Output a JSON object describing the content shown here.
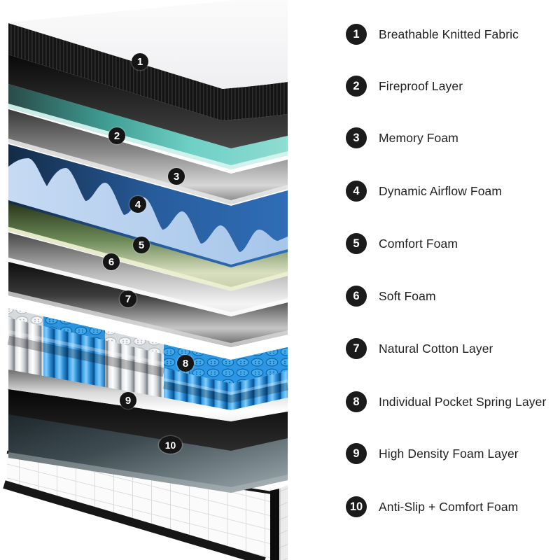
{
  "diagram": {
    "badges": [
      {
        "number": "1"
      },
      {
        "number": "2"
      },
      {
        "number": "3"
      },
      {
        "number": "4"
      },
      {
        "number": "5"
      },
      {
        "number": "6"
      },
      {
        "number": "7"
      },
      {
        "number": "8"
      },
      {
        "number": "9"
      },
      {
        "number": "10"
      }
    ]
  },
  "legend": {
    "items": [
      {
        "number": "1",
        "label": "Breathable Knitted Fabric"
      },
      {
        "number": "2",
        "label": "Fireproof Layer"
      },
      {
        "number": "3",
        "label": "Memory Foam"
      },
      {
        "number": "4",
        "label": "Dynamic Airflow Foam"
      },
      {
        "number": "5",
        "label": "Comfort Foam"
      },
      {
        "number": "6",
        "label": "Soft Foam"
      },
      {
        "number": "7",
        "label": "Natural Cotton Layer"
      },
      {
        "number": "8",
        "label": "Individual Pocket Spring Layer"
      },
      {
        "number": "9",
        "label": "High Density Foam Layer"
      },
      {
        "number": "10",
        "label": "Anti-Slip + Comfort Foam"
      }
    ]
  },
  "colors": {
    "badge_black": "#1b1b1b",
    "fabric_white": "#f5f5f6",
    "knit_black": "#151515",
    "fireproof_teal": "#63c9c0",
    "memory_foam_grey": "#8d8d8d",
    "airflow_navy": "#2b63a6",
    "airflow_light_blue": "#aac9ec",
    "comfort_green": "#75905e",
    "soft_foam_white": "#e8e8e8",
    "cotton_dark_grey": "#3c3c3c",
    "spring_blue": "#35a7ec",
    "spring_white": "#f0f1f2",
    "high_density_white": "#e9e9e9",
    "anti_slip_slate": "#46545a",
    "base_grid_white": "#fbfbfb"
  }
}
